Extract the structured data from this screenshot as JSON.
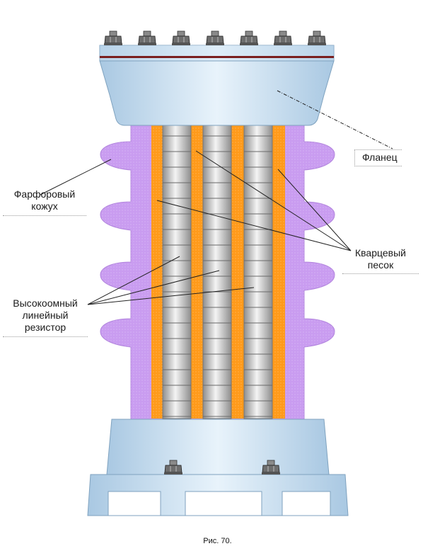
{
  "labels": {
    "flange": "Фланец",
    "casing": [
      "Фарфоровый",
      "кожух"
    ],
    "sand": [
      "Кварцевый",
      "песок"
    ],
    "resistor": [
      "Высокоомный",
      "линейный",
      "резистор"
    ]
  },
  "caption": "Рис. 70.",
  "colors": {
    "metal": "#cfe3f3",
    "metal_dark": "#9bbdd8",
    "porcelain": "#c99cf0",
    "sand": "#ff9a1a",
    "resistor": "#d8d8d8",
    "gasket": "#7a1f1f",
    "bolt": "#6d6d6d"
  }
}
